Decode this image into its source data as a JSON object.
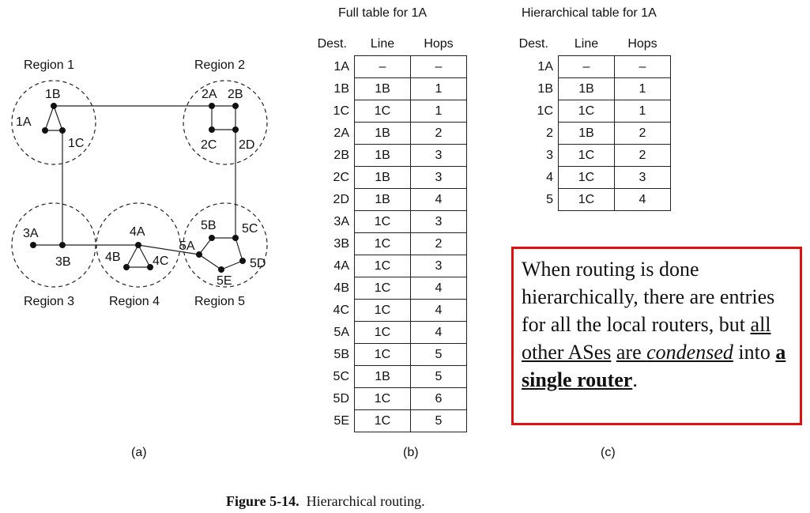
{
  "diagram": {
    "regions": [
      "Region 1",
      "Region 2",
      "Region 3",
      "Region 4",
      "Region 5"
    ],
    "routers": [
      "1A",
      "1B",
      "1C",
      "2A",
      "2B",
      "2C",
      "2D",
      "3A",
      "3B",
      "4A",
      "4B",
      "4C",
      "5A",
      "5B",
      "5C",
      "5D",
      "5E"
    ],
    "label": "(a)"
  },
  "full_table": {
    "title": "Full table for 1A",
    "headers": [
      "Dest.",
      "Line",
      "Hops"
    ],
    "rows": [
      [
        "1A",
        "–",
        "–"
      ],
      [
        "1B",
        "1B",
        "1"
      ],
      [
        "1C",
        "1C",
        "1"
      ],
      [
        "2A",
        "1B",
        "2"
      ],
      [
        "2B",
        "1B",
        "3"
      ],
      [
        "2C",
        "1B",
        "3"
      ],
      [
        "2D",
        "1B",
        "4"
      ],
      [
        "3A",
        "1C",
        "3"
      ],
      [
        "3B",
        "1C",
        "2"
      ],
      [
        "4A",
        "1C",
        "3"
      ],
      [
        "4B",
        "1C",
        "4"
      ],
      [
        "4C",
        "1C",
        "4"
      ],
      [
        "5A",
        "1C",
        "4"
      ],
      [
        "5B",
        "1C",
        "5"
      ],
      [
        "5C",
        "1B",
        "5"
      ],
      [
        "5D",
        "1C",
        "6"
      ],
      [
        "5E",
        "1C",
        "5"
      ]
    ],
    "label": "(b)"
  },
  "hier_table": {
    "title": "Hierarchical table for 1A",
    "headers": [
      "Dest.",
      "Line",
      "Hops"
    ],
    "rows": [
      [
        "1A",
        "–",
        "–"
      ],
      [
        "1B",
        "1B",
        "1"
      ],
      [
        "1C",
        "1C",
        "1"
      ],
      [
        "2",
        "1B",
        "2"
      ],
      [
        "3",
        "1C",
        "2"
      ],
      [
        "4",
        "1C",
        "3"
      ],
      [
        "5",
        "1C",
        "4"
      ]
    ],
    "label": "(c)"
  },
  "note": {
    "t1": "When routing is done hierarchically, there are entries for all the local routers, but ",
    "t2": "all other ASes",
    "t3": " ",
    "t4": "are ",
    "t5": "condensed",
    "t6": " into ",
    "t7": "a single router",
    "t8": "."
  },
  "caption": {
    "number": "Figure 5-14.",
    "text": "Hierarchical routing."
  }
}
